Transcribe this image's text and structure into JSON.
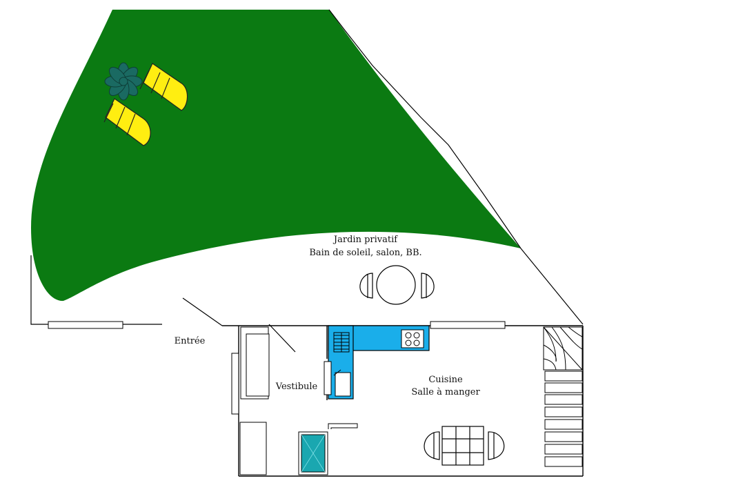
{
  "labels": {
    "garden_title": "Jardin privatif",
    "garden_subtitle": "Bain de soleil, salon, BB.",
    "entrance": "Entrée",
    "vestibule": "Vestibule",
    "kitchen_title": "Cuisine",
    "kitchen_subtitle": "Salle à manger"
  },
  "icons": {
    "garden_umbrella": "parasol-icon",
    "sun_lounger": "sun-lounger-icon",
    "stove": "cooktop-icon",
    "sink": "sink-icon",
    "staircase": "staircase-icon"
  },
  "colors": {
    "lawn": "#0b7a12",
    "lounger": "#ffee11",
    "kitchen_counter": "#1aaeea",
    "parasol": "#1a6a62",
    "walls": "#000000"
  }
}
